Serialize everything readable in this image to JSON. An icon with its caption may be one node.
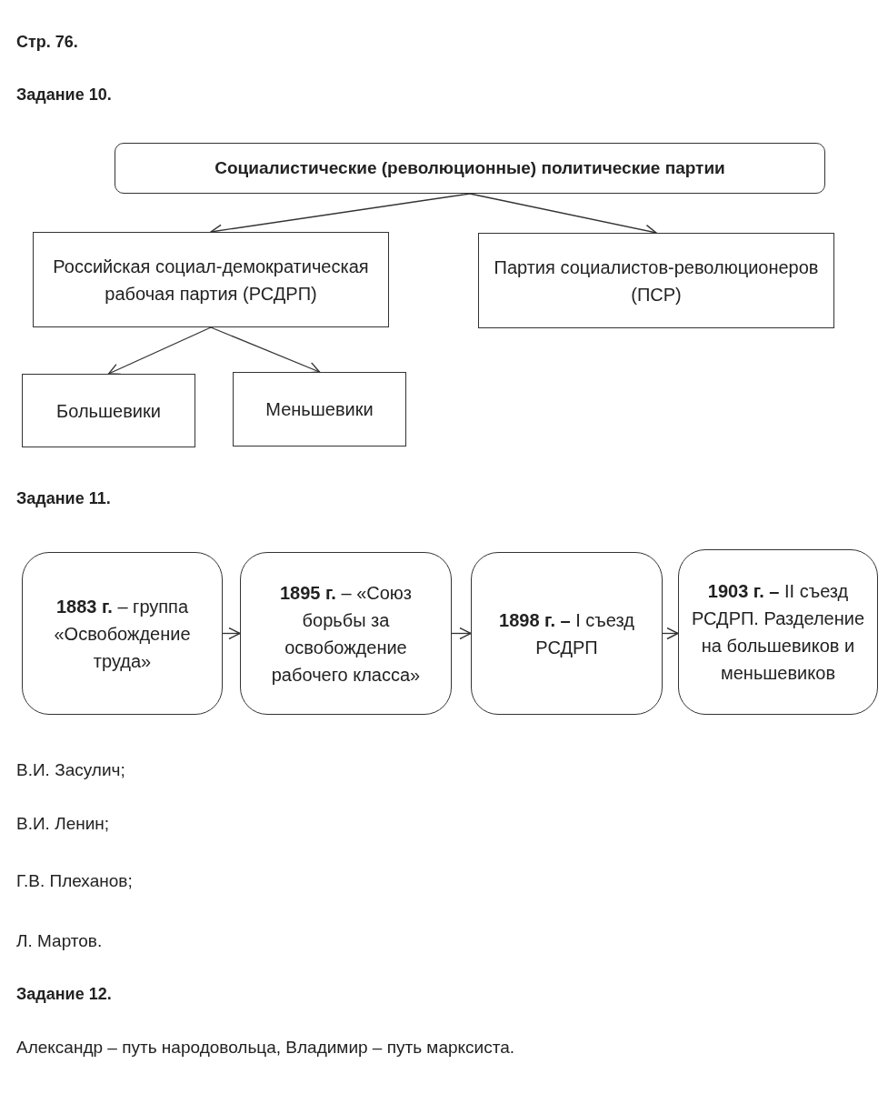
{
  "diagram": {
    "nodes": [
      {
        "text": [
          "Социалистические (революционные) политические партии"
        ]
      },
      {
        "text": [
          "Российская социал-демократическая рабочая партия (РСДРП)"
        ]
      },
      {
        "text": [
          "Партия социалистов-революционеров (ПСР)"
        ]
      },
      {
        "text": [
          "Большевики"
        ]
      },
      {
        "text": [
          "Меньшевики"
        ]
      },
      {
        "text": [
          "**1883 г.** – группа «Освобождение труда»"
        ]
      },
      {
        "text": [
          "**1895 г.** – «Союз борьбы за освобождение рабочего класса»"
        ]
      },
      {
        "text": [
          "**1898 г. –** I съезд РСДРП"
        ]
      },
      {
        "text": [
          "**1903 г. –** II съезд РСДРП. Разделение на большевиков и меньшевиков"
        ]
      }
    ],
    "edges": [
      {
        "from": 0,
        "to": 1,
        "arrow": "to"
      },
      {
        "from": 0,
        "to": 2,
        "arrow": "to"
      },
      {
        "from": 1,
        "to": 3,
        "arrow": "to"
      },
      {
        "from": 1,
        "to": 4,
        "arrow": "to"
      },
      {
        "from": 5,
        "to": 6,
        "arrow": "to"
      },
      {
        "from": 6,
        "to": 7,
        "arrow": "to"
      },
      {
        "from": 7,
        "to": 8,
        "arrow": "to"
      }
    ],
    "labels": [
      "Стр. 76.",
      "Задание 10.",
      "Задание 11.",
      "В.И. Засулич;",
      "В.И. Ленин;",
      "Г.В. Плеханов;",
      "Л. Мартов.",
      "Задание 12.",
      "Александр – путь народовольца, Владимир – путь марксиста."
    ]
  }
}
